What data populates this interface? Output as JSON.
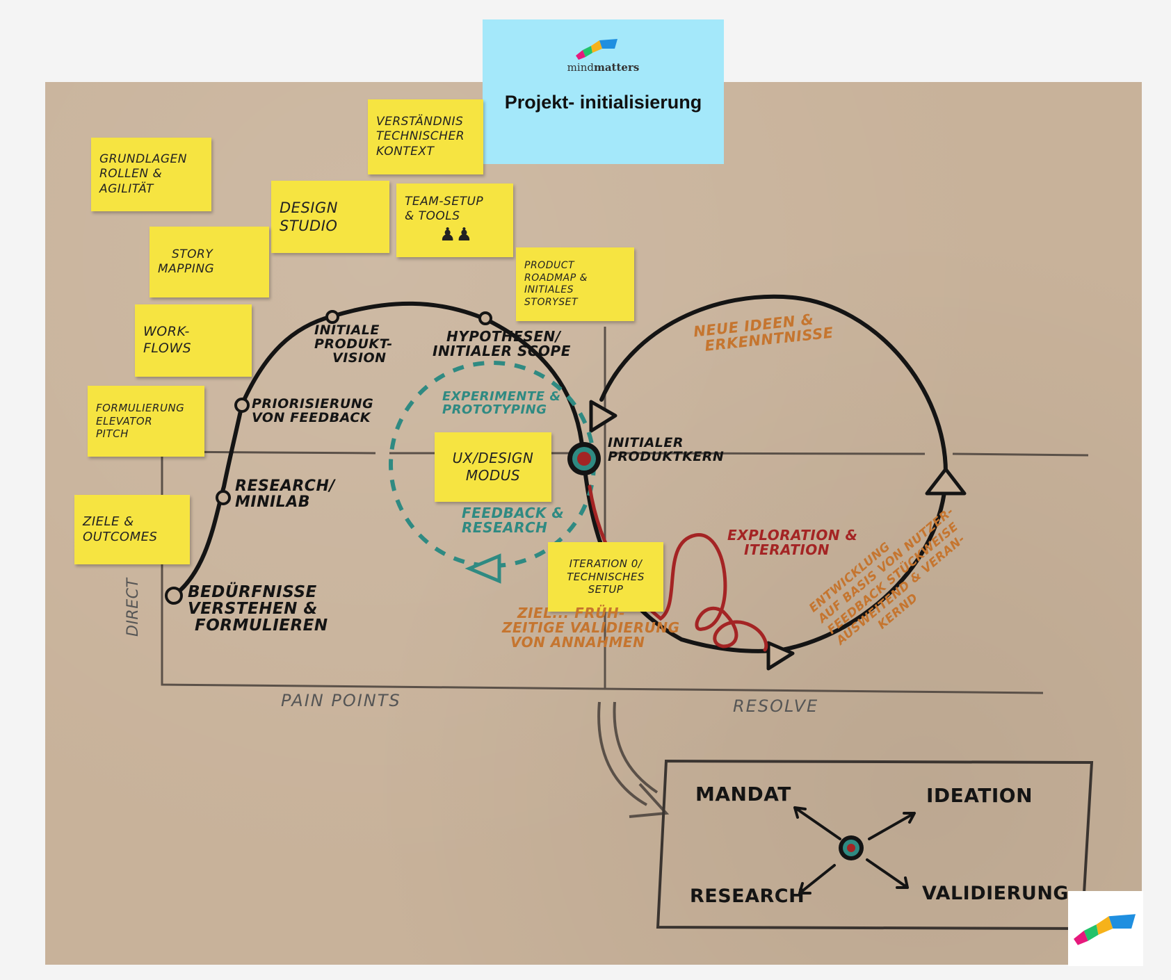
{
  "title_card": {
    "brand_light": "mind",
    "brand_bold": "matters",
    "title": "Projekt- initialisierung"
  },
  "stickies": {
    "grundlagen": [
      "Grundlagen",
      "Rollen &",
      "Agilität"
    ],
    "verstaendnis": [
      "Verständnis",
      "technischer",
      "Kontext"
    ],
    "design_studio": [
      "Design",
      "Studio"
    ],
    "team_setup": [
      "Team-Setup",
      "& Tools"
    ],
    "story_mapping": [
      "Story",
      "Mapping"
    ],
    "product_roadmap": [
      "Product",
      "Roadmap &",
      "initiales",
      "Storyset"
    ],
    "workflows": [
      "Work-",
      "flows"
    ],
    "elevator_pitch": [
      "Formulierung",
      "Elevator",
      "Pitch"
    ],
    "ux_modus": [
      "UX/Design",
      "Modus"
    ],
    "ziele_outcomes": [
      "Ziele &",
      "Outcomes"
    ],
    "iteration_setup": [
      "Iteration 0/",
      "technisches",
      "Setup"
    ]
  },
  "labels": {
    "initiale_vision": [
      "Initiale",
      "Produkt-",
      "Vision"
    ],
    "hypothesen": [
      "Hypothesen/",
      "initialer Scope"
    ],
    "priorisierung": [
      "Priorisierung",
      "von Feedback"
    ],
    "research_minilab": [
      "Research/",
      "Minilab"
    ],
    "beduerfnisse": [
      "Bedürfnisse",
      "verstehen &",
      "formulieren"
    ],
    "experimente": [
      "Experimente &",
      "Prototyping"
    ],
    "feedback_research": [
      "Feedback &",
      "Research"
    ],
    "initialer_kern": [
      "Initialer",
      "Produktkern"
    ],
    "neue_ideen": [
      "Neue Ideen &",
      "Erkenntnisse"
    ],
    "exploration": [
      "Exploration &",
      "Iteration"
    ],
    "ziel_validierung": [
      "Ziel... früh-",
      "zeitige Validierung",
      "von Annahmen"
    ],
    "entwicklung": [
      "Entwicklung",
      "auf Basis von Nutzer-",
      "feedback stückweise",
      "ausweitend & veran-",
      "kernd"
    ],
    "direct": "Direct",
    "pain_points": "Pain Points",
    "resolve": "Resolve"
  },
  "mandate_box": {
    "mandat": "Mandat",
    "ideation": "Ideation",
    "research": "Research",
    "validierung": "Validierung"
  },
  "colors": {
    "paper": "#c8b29a",
    "sticky": "#f6e441",
    "title_card": "#a4e8fa",
    "ink_black": "#141414",
    "ink_teal": "#2f8a82",
    "ink_orange": "#c5752f",
    "ink_red": "#a42424"
  }
}
